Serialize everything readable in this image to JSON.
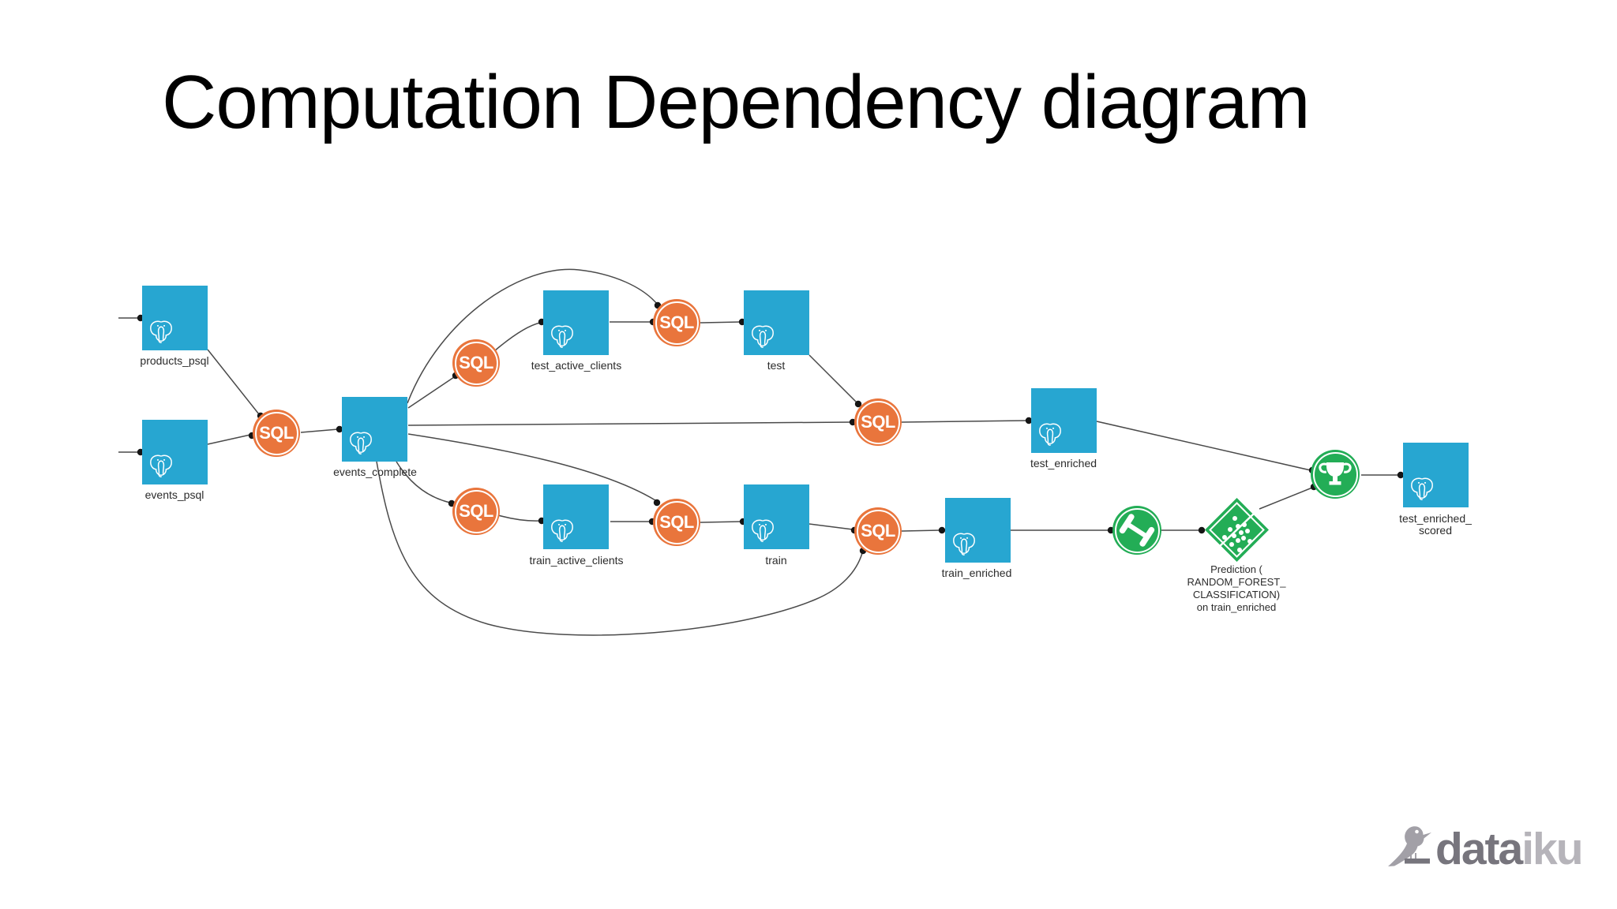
{
  "slide": {
    "title": "Computation Dependency diagram"
  },
  "diagram": {
    "sql_label": "SQL",
    "datasets": [
      {
        "label": "products_psql"
      },
      {
        "label": "events_psql"
      },
      {
        "label": "events_complete"
      },
      {
        "label": "test_active_clients"
      },
      {
        "label": "test"
      },
      {
        "label": "test_enriched"
      },
      {
        "label": "train_active_clients"
      },
      {
        "label": "train"
      },
      {
        "label": "train_enriched"
      },
      {
        "label_line1": "test_enriched_",
        "label_line2": "scored"
      }
    ],
    "prediction": {
      "line1": "Prediction (",
      "line2": "RANDOM_FOREST_",
      "line3": "CLASSIFICATION)",
      "line4": "on train_enriched"
    },
    "colors": {
      "dataset_blue": "#27A6D1",
      "recipe_orange": "#E9753C",
      "ml_green": "#23AD56",
      "edge_gray": "#4A4A4A",
      "dot_black": "#151515"
    }
  },
  "logo": {
    "brand_dark": "data",
    "brand_light": "iku"
  }
}
